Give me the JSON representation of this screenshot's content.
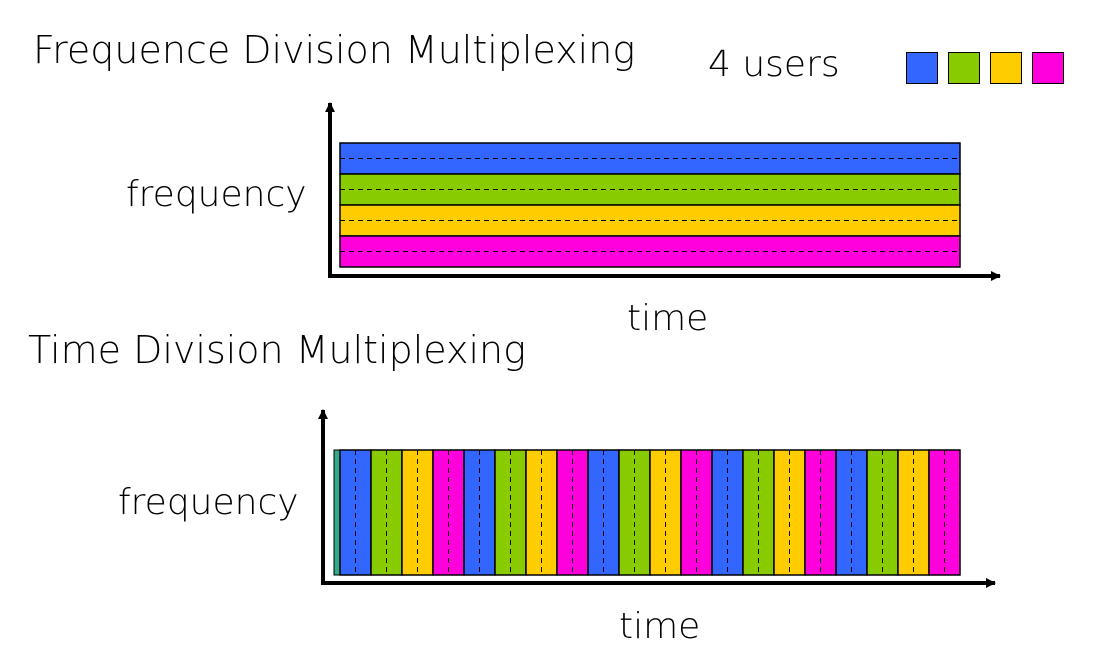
{
  "fdm": {
    "title": "Frequence Division Multiplexing",
    "y_label": "frequency",
    "x_label": "time"
  },
  "tdm": {
    "title": "Time Division Multiplexing",
    "y_label": "frequency",
    "x_label": "time"
  },
  "legend": {
    "label": "4 users"
  },
  "users": [
    {
      "color": "#3366ff"
    },
    {
      "color": "#88cc00"
    },
    {
      "color": "#ffcc00"
    },
    {
      "color": "#ff00dd"
    }
  ],
  "tdm_slot_cycles": 5,
  "tdm_leading_sliver_color": "#33aa88"
}
